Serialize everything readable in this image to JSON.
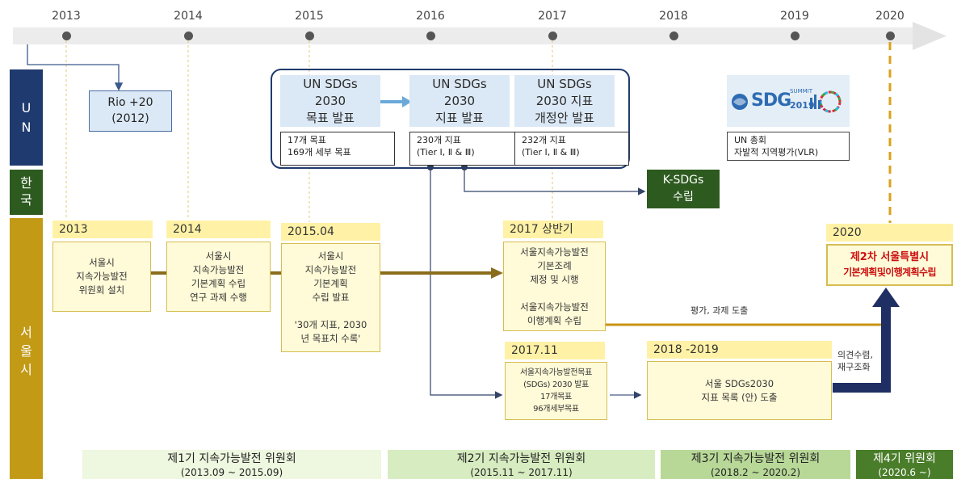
{
  "timeline": {
    "years": [
      "2013",
      "2014",
      "2015",
      "2016",
      "2017",
      "2018",
      "2019",
      "2020"
    ]
  },
  "sidebar": {
    "un_label": "U\nN",
    "korea_label": "한\n국",
    "seoul_label": "서\n울\n시"
  },
  "un": {
    "rio": {
      "line1": "Rio +20",
      "line2": "(2012)"
    },
    "sdg_blocks": [
      {
        "line1": "UN SDGs",
        "line2": "2030",
        "line3": "목표 발표",
        "detail": "17개 목표\n169개 세부 목표"
      },
      {
        "line1": "UN SDGs",
        "line2": "2030",
        "line3": "지표 발표",
        "detail": "230개 지표\n(Tier Ⅰ, Ⅱ & Ⅲ)"
      },
      {
        "line1": "UN SDGs",
        "line2": "2030 지표",
        "line3": "개정안 발표",
        "detail": "232개 지표\n(Tier Ⅰ, Ⅱ & Ⅲ)"
      }
    ],
    "summit_logo": {
      "text": "SDG",
      "small_top": "SUMMIT",
      "small_year": "2019"
    },
    "vlr": "UN 총회\n자발적 지역평가(VLR)"
  },
  "korea": {
    "ksdgs": "K-SDGs\n수립"
  },
  "seoul": {
    "y2013": {
      "badge": "2013",
      "body": "서울시\n지속가능발전\n위원회 설치"
    },
    "y2014": {
      "badge": "2014",
      "body": "서울시\n지속가능발전\n기본계획 수립\n연구 과제 수행"
    },
    "y2015": {
      "badge": "2015.04",
      "body": "서울시\n지속가능발전\n기본계획\n수립 발표\n\n'30개 지표, 2030\n년 목표치 수록'"
    },
    "y2017h1": {
      "badge": "2017 상반기",
      "body": "서울지속가능발전\n기본조례\n제정 및 시행\n\n서울지속가능발전\n이행계획 수립"
    },
    "y2017_11": {
      "badge": "2017.11",
      "body": "서울지속가능발전목표\n(SDGs) 2030 발표\n17개목표\n96개세부목표"
    },
    "y2018": {
      "badge": "2018 -2019",
      "body": "서울 SDGs2030\n지표 목록 (안) 도출"
    },
    "y2020": {
      "badge": "2020",
      "line1": "제2차 서울특별시",
      "line2": "기본계획및이행계획수립"
    },
    "label_eval": "평가, 과제 도출",
    "label_opinion": "의견수렴,\n재구조화"
  },
  "phases": [
    {
      "line1": "제1기 지속가능발전 위원회",
      "line2": "(2013.09 ~ 2015.09)"
    },
    {
      "line1": "제2기 지속가능발전 위원회",
      "line2": "(2015.11 ~ 2017.11)"
    },
    {
      "line1": "제3기 지속가능발전 위원회",
      "line2": "(2018.2 ~ 2020.2)"
    },
    {
      "line1": "제4기 위원회",
      "line2": "(2020.6 ~)"
    }
  ],
  "colors": {
    "un_blue": "#1f3a6e",
    "korea_green": "#2d5a1f",
    "seoul_gold": "#c39a16",
    "flow_brown": "#8a6d1c",
    "emphasis_red": "#cc1111"
  }
}
